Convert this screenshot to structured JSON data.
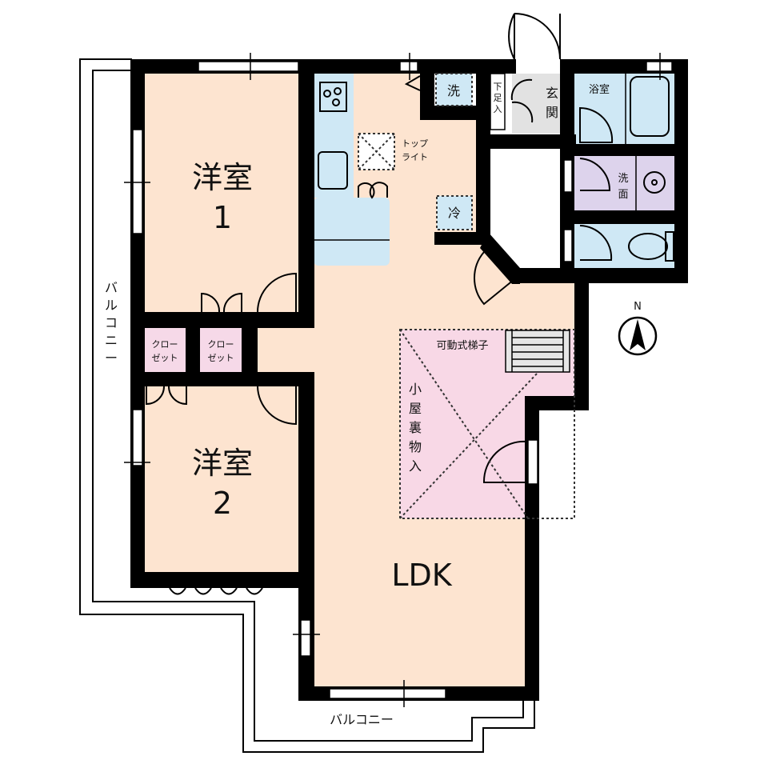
{
  "floor_plan": {
    "colors": {
      "room": "#fde4d0",
      "wet": "#cfe8f5",
      "washroom": "#ddd3ec",
      "closet": "#f6d9e8",
      "attic": "#f8d8e6",
      "genkan": "#e2e2e2",
      "wall": "#000000",
      "balcony": "#ffffff"
    },
    "rooms": {
      "western1": {
        "name": "洋室",
        "number": "1"
      },
      "western2": {
        "name": "洋室",
        "number": "2"
      },
      "ldk": {
        "name": "LDK"
      },
      "closet1": {
        "line1": "クロー",
        "line2": "ゼット"
      },
      "closet2": {
        "line1": "クロー",
        "line2": "ゼット"
      },
      "attic": {
        "label_vertical": [
          "小",
          "屋",
          "裏",
          "物",
          "入"
        ],
        "ladder_label": "可動式梯子"
      },
      "skylight": {
        "line1": "トップ",
        "line2": "ライト"
      },
      "washer": {
        "label": "洗"
      },
      "fridge": {
        "label": "冷"
      },
      "shoe_box": {
        "label_vertical": [
          "下",
          "足",
          "入"
        ]
      },
      "genkan": {
        "label_vertical": [
          "玄",
          "関"
        ]
      },
      "bath": {
        "label": "浴室"
      },
      "washroom": {
        "label_vertical": [
          "洗",
          "面"
        ]
      }
    },
    "balcony_left": {
      "label_vertical": [
        "バ",
        "ル",
        "コ",
        "ニ",
        "ー"
      ]
    },
    "balcony_bottom": {
      "label": "バルコニー"
    },
    "compass": {
      "label": "N"
    }
  }
}
